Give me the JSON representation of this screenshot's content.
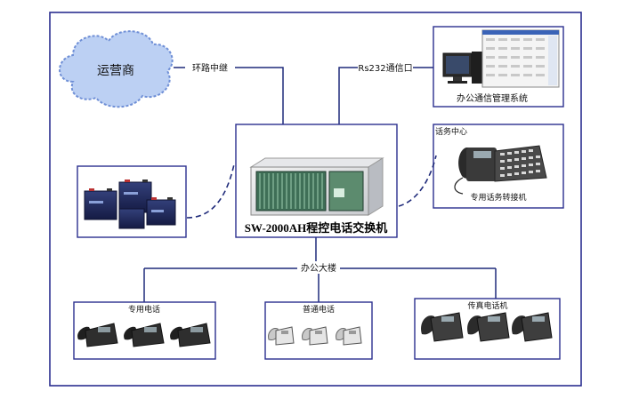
{
  "carrier": {
    "label": "运营商"
  },
  "links": {
    "trunk": "环路中继",
    "rs232": "Rs232通信口",
    "office_building": "办公大楼"
  },
  "management_system": {
    "label": "办公通信管理系统"
  },
  "switch": {
    "label": "SW-2000AH程控电话交换机"
  },
  "operator_center": {
    "title": "话务中心",
    "device_label": "专用话务转接机"
  },
  "batteries": {},
  "phone_groups": {
    "dedicated": {
      "label": "专用电话"
    },
    "ordinary": {
      "label": "普通电话"
    },
    "fax": {
      "label": "传真电话机"
    }
  },
  "colors": {
    "frame": "#2b2f8f",
    "line": "#1f2a7a",
    "cloud_fill": "#bcd0f3",
    "cloud_stroke": "#6f8fd6"
  }
}
